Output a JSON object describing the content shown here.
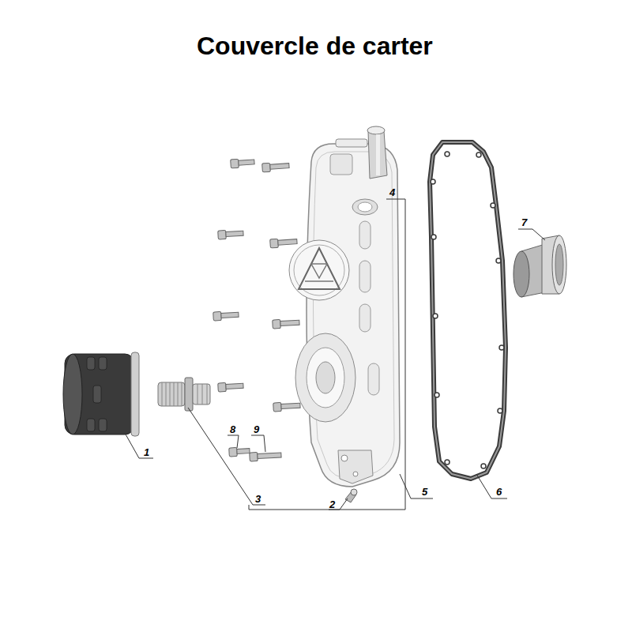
{
  "diagram": {
    "title": "Couvercle de carter",
    "labels": [
      "1",
      "2",
      "3",
      "4",
      "5",
      "6",
      "7",
      "8",
      "9"
    ]
  }
}
